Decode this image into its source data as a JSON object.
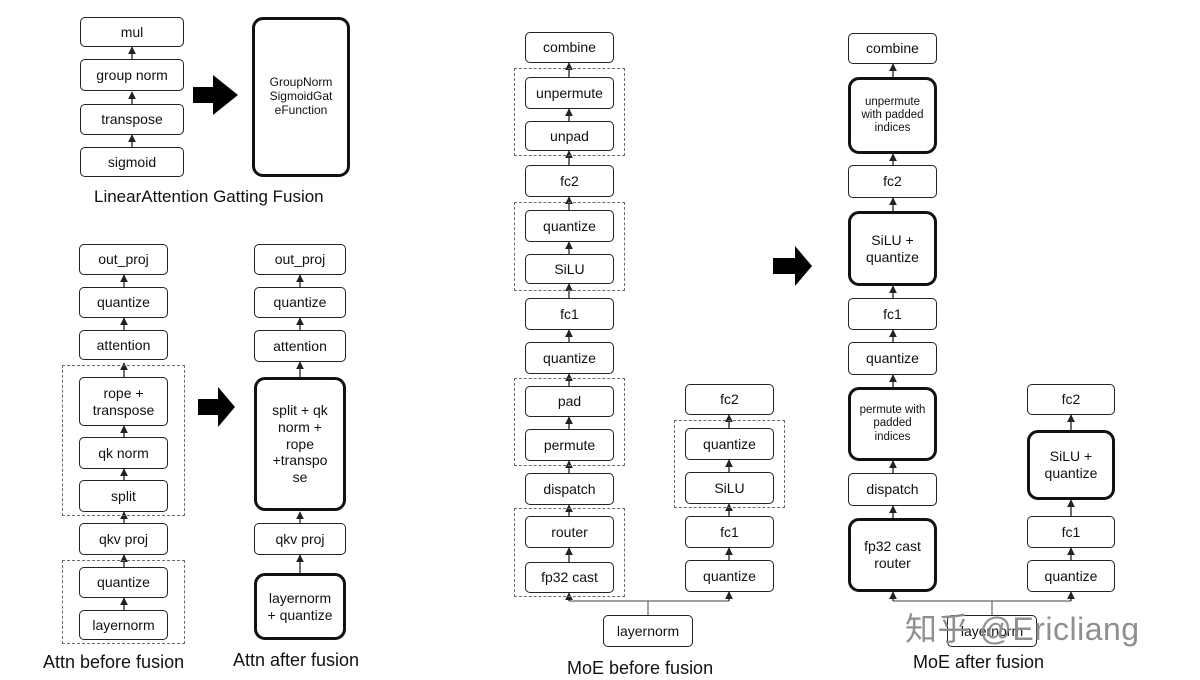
{
  "linear_attention": {
    "caption": "LinearAttention Gatting Fusion",
    "before": [
      "mul",
      "group norm",
      "transpose",
      "sigmoid"
    ],
    "fused": "GroupNorm SigmoidGat eFunction"
  },
  "attn_before": {
    "caption": "Attn before fusion",
    "nodes": [
      "out_proj",
      "quantize",
      "attention",
      "rope + transpose",
      "qk norm",
      "split",
      "qkv proj",
      "quantize",
      "layernorm"
    ]
  },
  "attn_after": {
    "caption": "Attn after fusion",
    "nodes": [
      "out_proj",
      "quantize",
      "attention",
      "split + qk norm + rope +transpo se",
      "qkv proj",
      "layernorm + quantize"
    ]
  },
  "moe_before": {
    "caption": "MoE before fusion",
    "main": [
      "combine",
      "unpermute",
      "unpad",
      "fc2",
      "quantize",
      "SiLU",
      "fc1",
      "quantize",
      "pad",
      "permute",
      "dispatch",
      "router",
      "fp32 cast"
    ],
    "shared": [
      "fc2",
      "quantize",
      "SiLU",
      "fc1",
      "quantize"
    ],
    "root": "layernorm"
  },
  "moe_after": {
    "caption": "MoE after fusion",
    "main": [
      "combine",
      "unpermute with padded indices",
      "fc2",
      "SiLU + quantize",
      "fc1",
      "quantize",
      "permute with padded indices",
      "dispatch",
      "fp32 cast router"
    ],
    "shared": [
      "fc2",
      "SiLU + quantize",
      "fc1",
      "quantize"
    ],
    "root": "layernorm"
  },
  "watermark": "知乎 @Ericliang"
}
